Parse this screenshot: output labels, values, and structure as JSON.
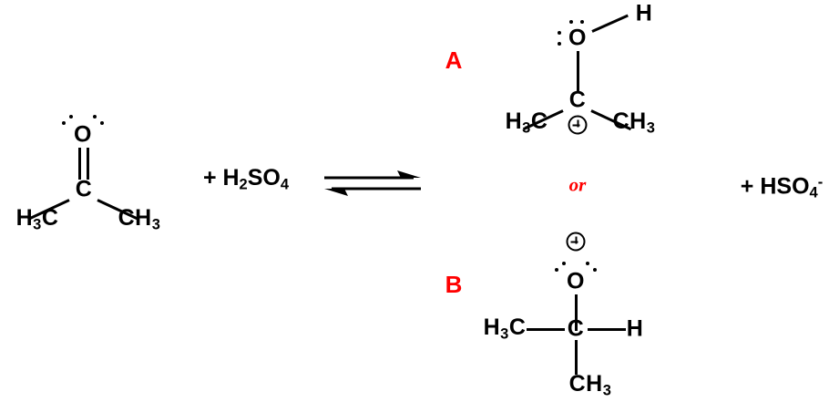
{
  "diagram": {
    "type": "chemical-reaction-equilibrium",
    "title_text": "",
    "colors": {
      "background": "#ffffff",
      "bond": "#000000",
      "atom_text": "#000000",
      "label_accent": "#ff0000"
    }
  },
  "reactant": {
    "name": "acetone",
    "oxygen_label": "O",
    "carbonyl_carbon_label": "C",
    "left_methyl_label": "H3C",
    "left_methyl_html": "H<sub>3</sub>C",
    "right_methyl_label": "CH3",
    "right_methyl_html": "CH<sub>3</sub>",
    "bond_order": "double",
    "lone_pairs": 2
  },
  "reagent": {
    "label": "+ H2SO4",
    "html": "+ H<sub>2</sub>SO<sub>4</sub>"
  },
  "arrow": {
    "kind": "equilibrium-double-arrow",
    "top_direction": "right",
    "bottom_direction": "left"
  },
  "products": {
    "or_connector": "or",
    "a": {
      "label": "A",
      "name": "protonated-acetone-oxocarbenium",
      "hydroxyl_h_label": "H",
      "oxygen_label": "O",
      "central_carbon_label": "C",
      "left_methyl_html": "H<sub>3</sub>C",
      "right_methyl_html": "CH<sub>3</sub>",
      "charge_symbol": "plus-circle",
      "charge_location": "carbon",
      "lone_pairs": 2
    },
    "b": {
      "label": "B",
      "name": "oxygen-protonated-carbocation-alt",
      "oxygen_label": "O",
      "central_carbon_label": "C",
      "left_methyl_html": "H<sub>3</sub>C",
      "right_h_label": "H",
      "bottom_methyl_html": "CH<sub>3</sub>",
      "charge_symbol": "plus-circle",
      "charge_location": "oxygen",
      "lone_pairs": 2
    }
  },
  "byproduct": {
    "label": "+ HSO4-",
    "html": "+ HSO<sub>4</sub><sup>-</sup>"
  }
}
